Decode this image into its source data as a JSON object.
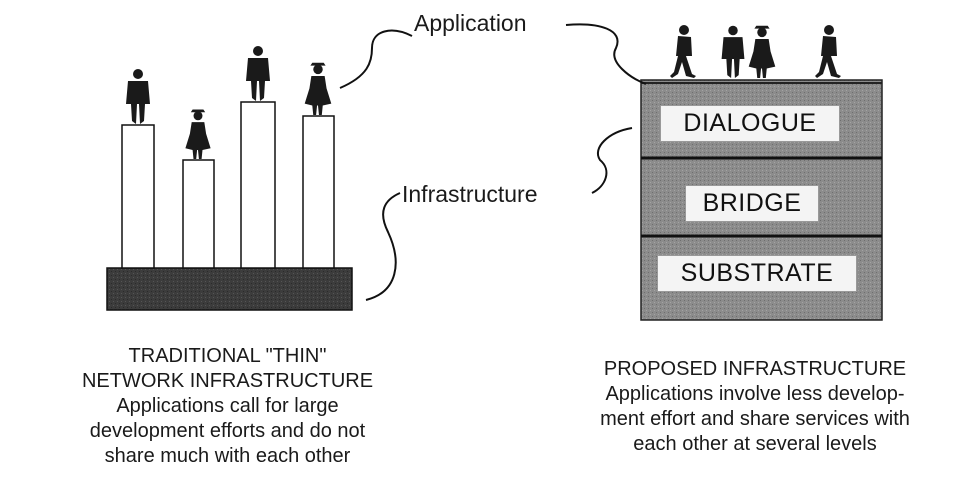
{
  "labels": {
    "application": "Application",
    "infrastructure": "Infrastructure"
  },
  "layers": [
    "DIALOGUE",
    "BRIDGE",
    "SUBSTRATE"
  ],
  "captions": {
    "left": {
      "title_line1": "TRADITIONAL  \"THIN\"",
      "title_line2": "NETWORK INFRASTRUCTURE",
      "body": [
        "Applications call for large",
        "development efforts and do not",
        "share much with each other"
      ]
    },
    "right": {
      "title": "PROPOSED  INFRASTRUCTURE",
      "body": [
        "Applications involve less develop-",
        "ment effort and  share services with",
        "each other at several levels"
      ]
    }
  },
  "colors": {
    "ink": "#1a1a1a",
    "left_base": "#3a3a3a",
    "stack_fill": "#8a8a8a"
  }
}
